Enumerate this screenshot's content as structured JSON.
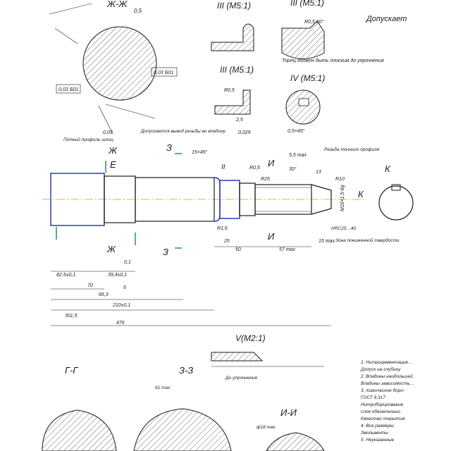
{
  "views": {
    "zh_zh": {
      "title": "Ж-Ж",
      "ra": "0,5",
      "tol1": "0,03",
      "datum1": "Б01",
      "tol2": "0,03",
      "datum2": "Б01"
    },
    "detail_iii": {
      "title": "III (M5:1)",
      "chamfer": "R0,5 60°"
    },
    "detail_iv": {
      "title": "IV (M5:1)",
      "chamfer": "0,5×45°"
    },
    "detail_ii": {
      "title": "III (M5:1)",
      "r": "R0,5",
      "w": "2,5"
    },
    "detail_v": {
      "title": "V(M2:1)"
    },
    "section_gg": {
      "title": "Г-Г"
    },
    "section_33": {
      "title": "З-З",
      "to_line": "До упрочнения",
      "dim": "61 max"
    },
    "section_ii": {
      "title": "И-И",
      "dim": "ф18 max"
    }
  },
  "markers": {
    "k1": "К",
    "k2": "К",
    "z1": "З",
    "z2": "З",
    "i1": "И",
    "i2": "И",
    "zh1": "Ж",
    "zh2": "Ж",
    "e": "Е",
    "ii": "II"
  },
  "labels": {
    "dopusk": "Допускает",
    "drive": "Допускается вывод резьбы во впадину",
    "profile": "Резьба точного профиля",
    "zone": "Зона пониженной твердости",
    "hardness": "HRC25…40",
    "note_dopusk": "Допускается",
    "polnyi": "Полный профиль шлиц",
    "torec": "Торец должен быть плоским до упрочнения"
  },
  "dims": {
    "d1": "82,5±0,1",
    "d2": "39,4±0,1",
    "d3": "70",
    "d4": "66,3",
    "d5": "6",
    "d6": "210±0,1",
    "d7": "301,5",
    "d8": "476",
    "d9": "25",
    "d10": "50",
    "d11": "57 max",
    "d12": "15 max",
    "d13": "М16×1,5-6g",
    "d14": "R10",
    "d15": "15×45°",
    "d16": "R25",
    "d17": "R0,5",
    "d18": "R1,6",
    "d19": "0,03",
    "d20": "0,1",
    "d21": "0,029",
    "d22": "5,5 max",
    "d23": "13",
    "d24": "30°"
  },
  "notes": [
    "1. Нитроцементация…",
    "Допуск на глубину",
    "2. Впадины наибольшей",
    "Впадины зависимость…",
    "3. Химическое боро-",
    "ГОСТ 9.317",
    "Нитроборирование",
    "слоя обязательно",
    "Качество покрытия",
    "4. Все размеры",
    "Эвольвенты",
    "5. Неуказанные"
  ]
}
